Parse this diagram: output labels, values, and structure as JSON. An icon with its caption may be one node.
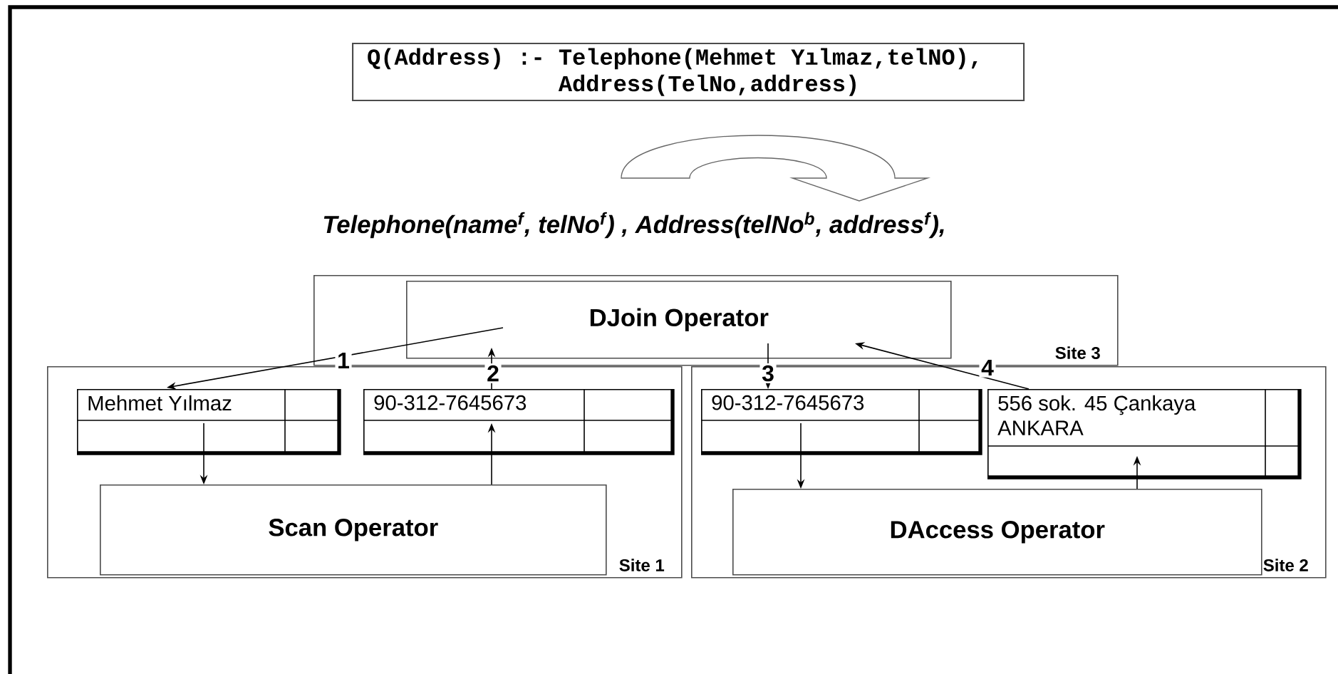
{
  "diagram": {
    "nodes": [
      {
        "text": [
          "Q(Address) :- Telephone(Mehmet Yılmaz,telNO), Address(TelNo,address)"
        ]
      },
      {
        "text": [
          "Site 3"
        ]
      },
      {
        "text": [
          "DJoin Operator"
        ],
        "in": 1
      },
      {
        "text": [
          "Site 1"
        ]
      },
      {
        "text": [
          "Mehmet Yılmaz"
        ],
        "in": 3
      },
      {
        "text": [
          "90-312-7645673"
        ],
        "in": 3
      },
      {
        "text": [
          "Scan Operator"
        ],
        "in": 3
      },
      {
        "text": [
          "Site 2"
        ]
      },
      {
        "text": [
          "90-312-7645673"
        ],
        "in": 7
      },
      {
        "text": [
          "556 sok. 45 Çankaya ANKARA"
        ],
        "in": 7
      },
      {
        "text": [
          "DAccess Operator"
        ],
        "in": 7
      }
    ],
    "edges": [
      {
        "from": 2,
        "to": 4,
        "arrow": "to",
        "label": "1"
      },
      {
        "from": 5,
        "to": 2,
        "arrow": "to",
        "label": "2"
      },
      {
        "from": 2,
        "to": 8,
        "arrow": "to",
        "label": "3"
      },
      {
        "from": 9,
        "to": 2,
        "arrow": "to",
        "label": "4"
      },
      {
        "from": 4,
        "to": 6,
        "arrow": "to"
      },
      {
        "from": 6,
        "to": 5,
        "arrow": "to"
      },
      {
        "from": 8,
        "to": 10,
        "arrow": "to"
      },
      {
        "from": 10,
        "to": 9,
        "arrow": "to"
      }
    ],
    "labels": [
      "Telephone(name$^{f}$, telNo$^{f}$) , Address(telNo$^{b}$, address$^{f}$),"
    ]
  }
}
